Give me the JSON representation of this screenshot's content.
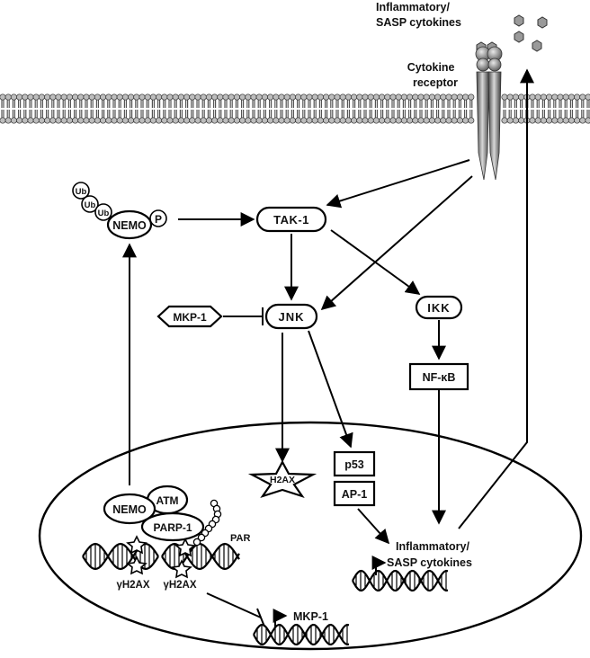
{
  "labels": {
    "cytokines_top": [
      "Inflammatory/",
      "SASP cytokines"
    ],
    "receptor": [
      "Cytokine",
      "receptor"
    ],
    "ub1": "Ub",
    "ub2": "Ub",
    "ub3": "Ub",
    "nemo_top": "NEMO",
    "phospho": "P",
    "tak1": "TAK-1",
    "mkp1_cyto": "MKP-1",
    "jnk": "JNK",
    "ikk": "IKK",
    "nfkb": "NF-κB",
    "h2ax": "H2AX",
    "p53": "p53",
    "ap1": "AP-1",
    "nemo_nuc": "NEMO",
    "atm": "ATM",
    "parp1": "PARP-1",
    "par": "PAR",
    "gh2ax_left": "γH2AX",
    "gh2ax_right": "γH2AX",
    "cytokines_nuc": [
      "Inflammatory/",
      "SASP cytokines"
    ],
    "mkp1_gene": "MKP-1"
  },
  "colors": {
    "stroke": "#000000",
    "membrane_head": "#bdbdbd",
    "receptor_metal": "#8c8c8c",
    "cytokine_hexagon": "#9a9a9a"
  },
  "icons": {
    "cytokine": "hexagon-icon",
    "receptor": "transmembrane-receptor-icon",
    "histone_mark": "star-icon",
    "membrane": "lipid-bilayer-icon",
    "dna": "double-helix-icon",
    "par_chain": "bead-chain-icon"
  }
}
